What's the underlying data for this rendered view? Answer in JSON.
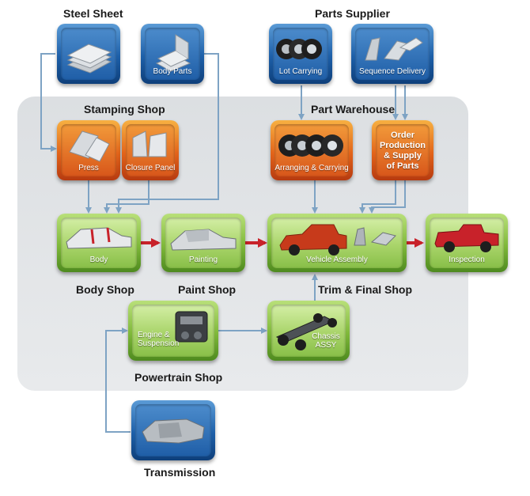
{
  "titles": {
    "steel_sheet": "Steel Sheet",
    "parts_supplier": "Parts Supplier",
    "stamping_shop": "Stamping Shop",
    "part_warehouse": "Part Warehouse",
    "body_shop": "Body Shop",
    "paint_shop": "Paint Shop",
    "trim_final_shop": "Trim & Final Shop",
    "powertrain_shop": "Powertrain Shop",
    "transmission": "Transmission"
  },
  "tiles": {
    "body_parts": "Body Parts",
    "lot_carrying": "Lot Carrying",
    "sequence_delivery": "Sequence Delivery",
    "press": "Press",
    "closure_panel": "Closure Panel",
    "arranging_carrying": "Arranging & Carrying",
    "order_line1": "Order",
    "order_line2": "Production",
    "order_line3": "& Supply",
    "order_line4": "of Parts",
    "body": "Body",
    "painting": "Painting",
    "vehicle_assembly": "Vehicle Assembly",
    "inspection": "Inspection",
    "engine_line1": "Engine &",
    "engine_line2": "Suspension",
    "chassis_line1": "Chassis",
    "chassis_line2": "ASSY"
  },
  "colors": {
    "supply_arrow": "#7ea3c4",
    "process_arrow": "#c8222a",
    "blue_tile": "#1d5fa8",
    "orange_tile": "#e2641a",
    "green_tile": "#7fb83a"
  }
}
